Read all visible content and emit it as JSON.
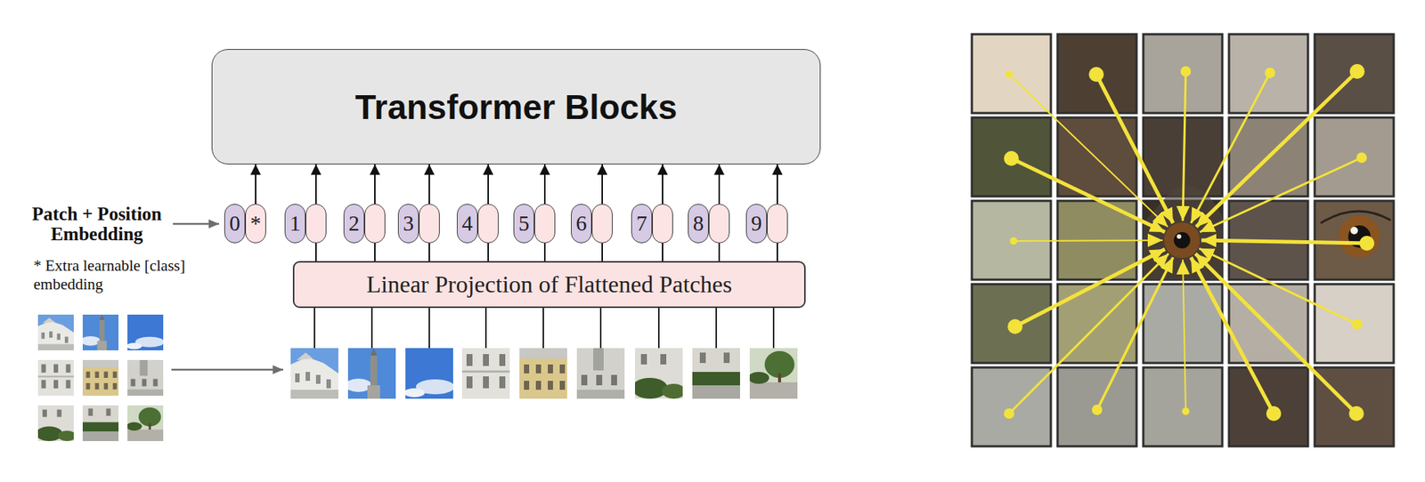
{
  "diagram": {
    "nodes": [
      {
        "text": [
          "Transformer Blocks"
        ]
      },
      {
        "text": [
          "0",
          "*"
        ]
      },
      {
        "text": [
          "1"
        ]
      },
      {
        "text": [
          "2"
        ]
      },
      {
        "text": [
          "3"
        ]
      },
      {
        "text": [
          "4"
        ]
      },
      {
        "text": [
          "5"
        ]
      },
      {
        "text": [
          "6"
        ]
      },
      {
        "text": [
          "7"
        ]
      },
      {
        "text": [
          "8"
        ]
      },
      {
        "text": [
          "9"
        ]
      },
      {
        "text": [
          "Linear Projection of Flattened Patches"
        ]
      }
    ],
    "edges": [
      {
        "from": 1,
        "to": 0,
        "arrow": "to"
      },
      {
        "from": 2,
        "to": 0,
        "arrow": "to"
      },
      {
        "from": 3,
        "to": 0,
        "arrow": "to"
      },
      {
        "from": 4,
        "to": 0,
        "arrow": "to"
      },
      {
        "from": 5,
        "to": 0,
        "arrow": "to"
      },
      {
        "from": 6,
        "to": 0,
        "arrow": "to"
      },
      {
        "from": 7,
        "to": 0,
        "arrow": "to"
      },
      {
        "from": 8,
        "to": 0,
        "arrow": "to"
      },
      {
        "from": 9,
        "to": 0,
        "arrow": "to"
      },
      {
        "from": 10,
        "to": 0,
        "arrow": "to"
      },
      {
        "from": 11,
        "to": 2,
        "arrow": "none"
      },
      {
        "from": 11,
        "to": 3,
        "arrow": "none"
      },
      {
        "from": 11,
        "to": 4,
        "arrow": "none"
      },
      {
        "from": 11,
        "to": 5,
        "arrow": "none"
      },
      {
        "from": 11,
        "to": 6,
        "arrow": "none"
      },
      {
        "from": 11,
        "to": 7,
        "arrow": "none"
      },
      {
        "from": 11,
        "to": 8,
        "arrow": "none"
      },
      {
        "from": 11,
        "to": 9,
        "arrow": "none"
      },
      {
        "from": 11,
        "to": 10,
        "arrow": "none"
      }
    ],
    "labels": [
      "Patch + Position Embedding",
      "* Extra learnable [class] embedding"
    ]
  }
}
